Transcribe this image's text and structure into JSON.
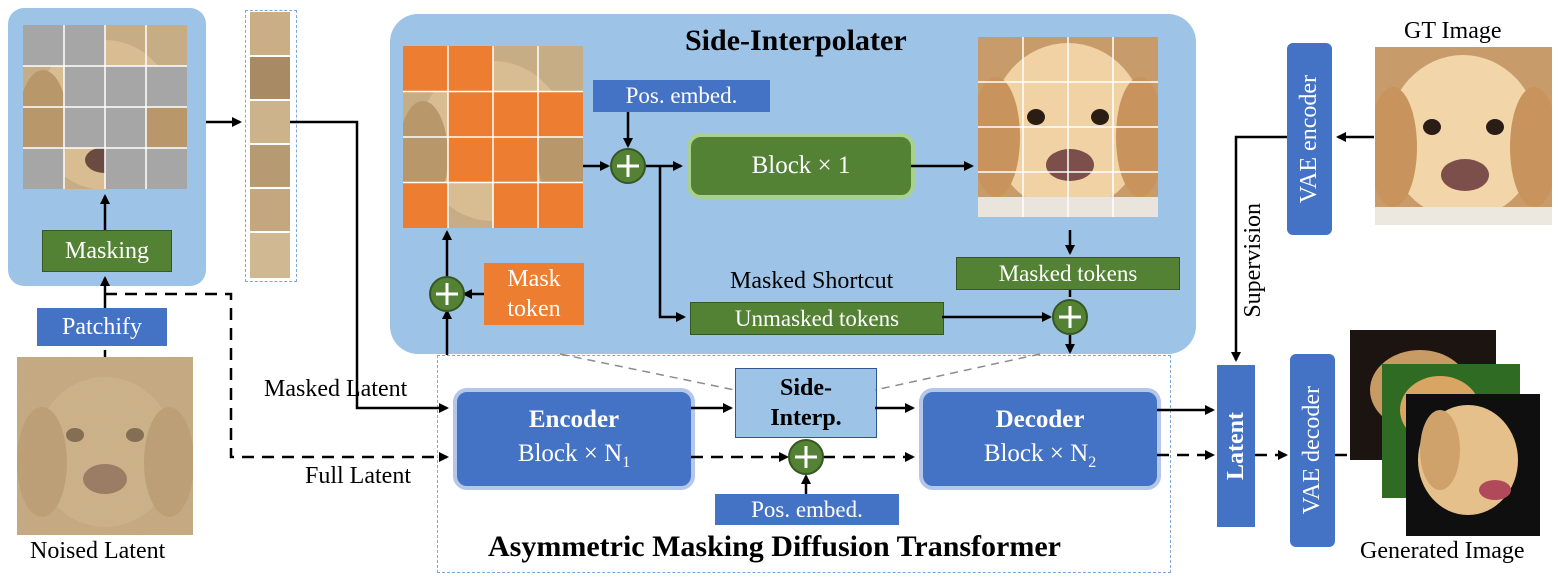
{
  "side_interpolater": {
    "title": "Side-Interpolater",
    "pos_embed": "Pos. embed.",
    "block": "Block × 1",
    "mask_token": [
      "Mask",
      "token"
    ],
    "masked_shortcut": "Masked Shortcut",
    "unmasked_tokens": "Unmasked tokens",
    "masked_tokens": "Masked tokens"
  },
  "left": {
    "masking": "Masking",
    "patchify": "Patchify",
    "noised_latent": "Noised Latent"
  },
  "transformer": {
    "title": "Asymmetric Masking Diffusion Transformer",
    "masked_latent": "Masked Latent",
    "full_latent": "Full Latent",
    "encoder_title": "Encoder",
    "encoder_block": "Block × N",
    "encoder_sub": "1",
    "side_interp": [
      "Side-",
      "Interp."
    ],
    "decoder_title": "Decoder",
    "decoder_block": "Block × N",
    "decoder_sub": "2",
    "pos_embed": "Pos. embed."
  },
  "right": {
    "gt_image": "GT Image",
    "vae_encoder": "VAE encoder",
    "supervision": "Supervision",
    "latent": "Latent",
    "vae_decoder": "VAE decoder",
    "generated_image": "Generated Image"
  },
  "colors": {
    "panel": "#9dc3e6",
    "dark_blue": "#4472c4",
    "green": "#548235",
    "orange": "#ed7d31",
    "mask_gray": "#a6a6a6"
  }
}
